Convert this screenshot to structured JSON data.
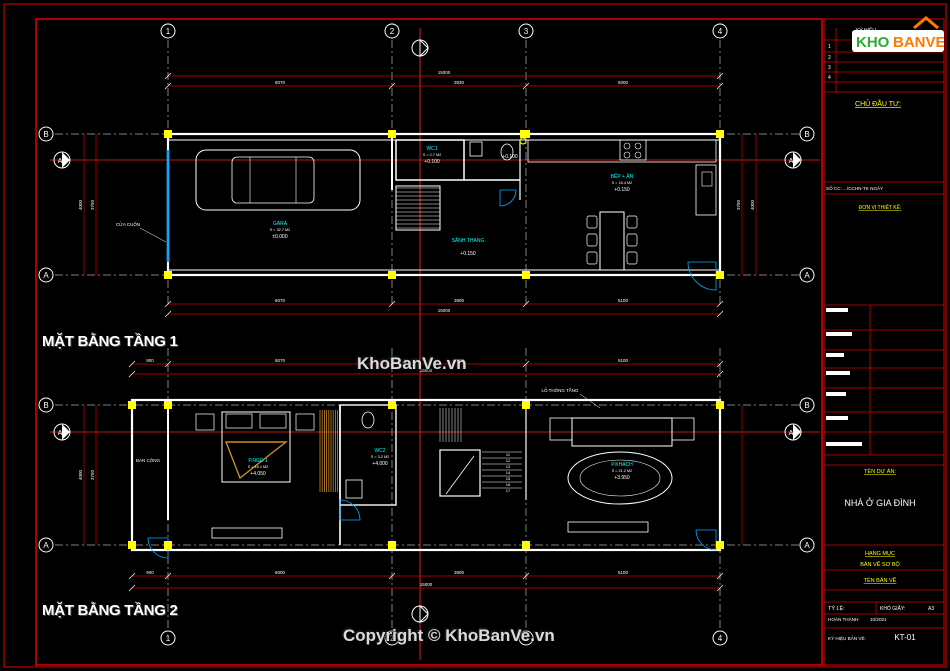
{
  "colors": {
    "background": "#000000",
    "frame": "#d40000",
    "dim": "#d40000",
    "wall": "#ffffff",
    "column": "#ffff00",
    "text_cyan": "#00ffff",
    "text_yellow": "#ffff00",
    "door": "#00aaff",
    "logo_green": "#2eaa33",
    "logo_orange": "#ff7a00"
  },
  "watermarks": {
    "top": "KhoBanVe.vn",
    "bottom": "Copyright © KhoBanVe.vn"
  },
  "logo": {
    "part1": "KHO",
    "part2": "BANVE"
  },
  "plans": [
    {
      "title": "MẶT BẰNG TẦNG 1",
      "grid_top": [
        "1",
        "2",
        "3",
        "4"
      ],
      "grid_side": [
        "B",
        "A"
      ],
      "section_marks": [
        "A",
        "A"
      ],
      "rooms": [
        {
          "name": "GARA",
          "area": "S = 32.7 M2",
          "level": "±0.000"
        },
        {
          "name": "WC1",
          "area": "S = 2.7 M2",
          "level": "+0.100"
        },
        {
          "name": "BẾP + ĂN",
          "area": "S = 18.4 M2",
          "level": "+0.150"
        },
        {
          "name": "SẢNH THANG",
          "area": "",
          "level": "+0.150"
        }
      ],
      "labels": [
        "CỬA CUỐN",
        "+0.100"
      ],
      "dims_top": [
        "15000",
        "6070",
        "3930",
        "5000"
      ],
      "dims_bottom": [
        "6070",
        "3900",
        "5100",
        "15000"
      ],
      "dims_side": [
        "3750",
        "4000",
        "3750",
        "4000"
      ]
    },
    {
      "title": "MẶT BẰNG TẦNG 2",
      "grid_top": [
        "1",
        "2",
        "3",
        "4"
      ],
      "grid_side": [
        "B",
        "A"
      ],
      "section_marks": [
        "A",
        "A"
      ],
      "rooms": [
        {
          "name": "P.NGỦ 1",
          "area": "S = 16.1 M2",
          "level": "+4.050"
        },
        {
          "name": "WC2",
          "area": "S = 3.2 M2",
          "level": "+4.000"
        },
        {
          "name": "P.KHÁCH",
          "area": "S = 21.2 M2",
          "level": "+3.950"
        }
      ],
      "labels": [
        "BAN CÔNG",
        "LỖ THÔNG TẦNG"
      ],
      "stair_steps": [
        "11",
        "12",
        "13",
        "14",
        "15",
        "16",
        "17"
      ],
      "dims_top": [
        "900",
        "5070",
        "3500",
        "5100",
        "15000"
      ],
      "dims_bottom": [
        "900",
        "6000",
        "3900",
        "5100",
        "15000"
      ],
      "dims_side": [
        "3750",
        "4000"
      ]
    }
  ],
  "title_block": {
    "revision_header": "KÝ HIỆU",
    "revision_rows": [
      "1",
      "2",
      "3",
      "4"
    ],
    "owner_label": "CHỦ ĐẦU TƯ:",
    "license_line": "SỐ CC: .../CCHN-TK NGÀY",
    "designer_label": "ĐƠN VỊ THIẾT KẾ:",
    "project_label": "TÊN DỰ ÁN:",
    "project_name": "NHÀ Ở GIA ĐÌNH",
    "category_label": "HẠNG MỤC",
    "category_value": "BẢN VẼ SƠ BỘ",
    "drawing_name_label": "TÊN BẢN VẼ",
    "scale_label": "TỶ LỆ:",
    "paper_label": "KHỔ GIẤY:",
    "paper_value": "A3",
    "date_label": "HOÀN THÀNH:",
    "date_value": "10/2021",
    "sheet_label": "KÝ HIỆU BẢN VẼ:",
    "sheet_value": "KT-01"
  }
}
